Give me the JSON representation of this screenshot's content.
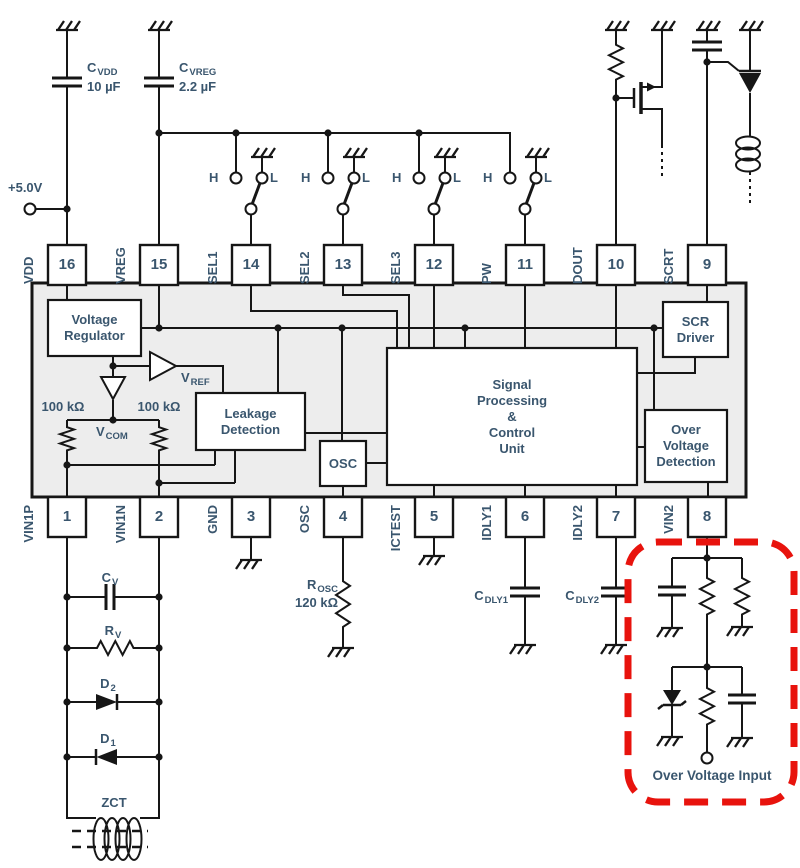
{
  "colors": {
    "line": "#161616",
    "text": "#3a566e",
    "red": "#e8130d",
    "ic_fill": "#ededed"
  },
  "supply": {
    "label": "+5.0V"
  },
  "pins_top": [
    {
      "name": "VDD",
      "number": "16"
    },
    {
      "name": "VREG",
      "number": "15"
    },
    {
      "name": "SEL1",
      "number": "14"
    },
    {
      "name": "SEL2",
      "number": "13"
    },
    {
      "name": "SEL3",
      "number": "12"
    },
    {
      "name": "PW",
      "number": "11"
    },
    {
      "name": "DOUT",
      "number": "10"
    },
    {
      "name": "SCRT",
      "number": "9"
    }
  ],
  "pins_bottom": [
    {
      "name": "VIN1P",
      "number": "1"
    },
    {
      "name": "VIN1N",
      "number": "2"
    },
    {
      "name": "GND",
      "number": "3"
    },
    {
      "name": "OSC",
      "number": "4"
    },
    {
      "name": "ICTEST",
      "number": "5"
    },
    {
      "name": "IDLY1",
      "number": "6"
    },
    {
      "name": "IDLY2",
      "number": "7"
    },
    {
      "name": "VIN2",
      "number": "8"
    }
  ],
  "ic_blocks": {
    "voltage_regulator": "Voltage\nRegulator",
    "leakage_detection": "Leakage\nDetection",
    "osc": "OSC",
    "signal_processing": "Signal\nProcessing\n&\nControl\nUnit",
    "scr_driver": "SCR\nDriver",
    "over_voltage_detection": "Over\nVoltage\nDetection"
  },
  "internal_labels": {
    "vref_main": "V",
    "vref_sub": "REF",
    "vcom_main": "V",
    "vcom_sub": "COM",
    "r100_left": "100 kΩ",
    "r100_right": "100 kΩ"
  },
  "switches": {
    "high": "H",
    "low": "L"
  },
  "components": {
    "cvdd": {
      "main": "C",
      "sub": "VDD",
      "value": "10 µF"
    },
    "cvreg": {
      "main": "C",
      "sub": "VREG",
      "value": "2.2 µF"
    },
    "cv": {
      "main": "C",
      "sub": "V"
    },
    "rv": {
      "main": "R",
      "sub": "V"
    },
    "d2": {
      "main": "D",
      "sub": "2"
    },
    "d1": {
      "main": "D",
      "sub": "1"
    },
    "zct": {
      "label": "ZCT"
    },
    "rosc": {
      "main": "R",
      "sub": "OSC",
      "value": "120 kΩ"
    },
    "cdly1": {
      "main": "C",
      "sub": "DLY1"
    },
    "cdly2": {
      "main": "C",
      "sub": "DLY2"
    }
  },
  "over_voltage_input": {
    "label": "Over Voltage Input"
  }
}
